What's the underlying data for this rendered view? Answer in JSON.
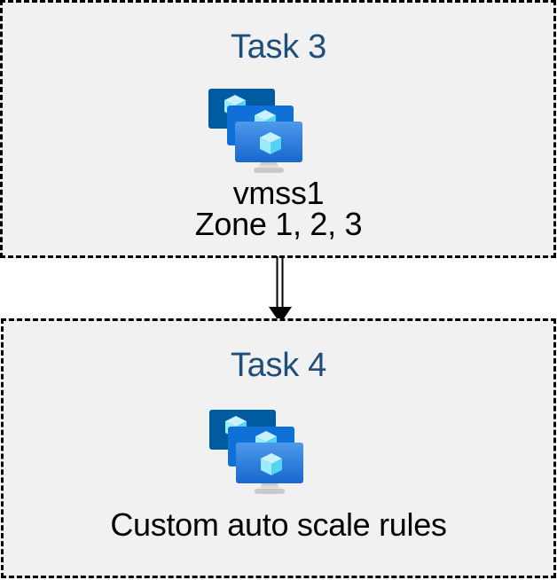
{
  "diagram": {
    "background_color": "#ffffff",
    "box_fill_color": "#f1f1f1",
    "box_border_color": "#000000",
    "heading_color": "#1f4e79",
    "label_color": "#000000",
    "tasks": [
      {
        "title": "Task 3",
        "icon": "vm-scale-sets-icon",
        "lines": [
          "vmss1",
          "Zone 1, 2, 3"
        ]
      },
      {
        "title": "Task 4",
        "icon": "vm-scale-sets-icon",
        "lines": [
          "Custom auto scale rules"
        ]
      }
    ],
    "connector": {
      "type": "double-line-arrow",
      "direction": "down",
      "color": "#000000"
    },
    "icon_colors": {
      "monitor_back": "#005ba1",
      "monitor_middle": "#0f70d7",
      "monitor_front_top": "#4d99eb",
      "monitor_front_bottom": "#1767ce",
      "cube_top": "#c9f2ff",
      "cube_left": "#9cebff",
      "cube_right": "#54d4f4",
      "stand_top": "#bfbfbf",
      "stand_bottom": "#f0f0f0",
      "stand_base": "#c9c9c9"
    }
  }
}
